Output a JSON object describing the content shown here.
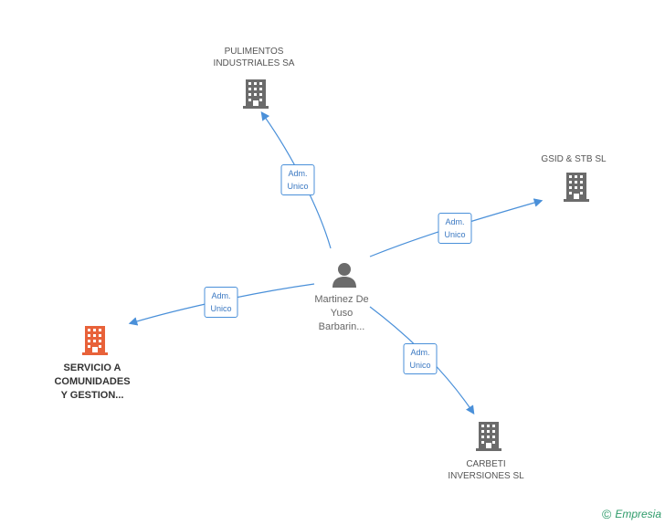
{
  "diagram": {
    "center": {
      "label": "Martinez De\nYuso\nBarbarin..."
    },
    "companies": [
      {
        "id": "pulimentos",
        "label": "PULIMENTOS\nINDUSTRIALES SA",
        "color": "#6b6b6b"
      },
      {
        "id": "gsid",
        "label": "GSID & STB  SL",
        "color": "#6b6b6b"
      },
      {
        "id": "servicio",
        "label": "SERVICIO A\nCOMUNIDADES\nY GESTION...",
        "color": "#e8623a"
      },
      {
        "id": "carbeti",
        "label": "CARBETI\nINVERSIONES SL",
        "color": "#6b6b6b"
      }
    ],
    "relations": [
      {
        "to": "pulimentos",
        "label": "Adm.\nUnico"
      },
      {
        "to": "gsid",
        "label": "Adm.\nUnico"
      },
      {
        "to": "servicio",
        "label": "Adm.\nUnico"
      },
      {
        "to": "carbeti",
        "label": "Adm.\nUnico"
      }
    ],
    "edge_color": "#4a90d9"
  },
  "footer": {
    "copyright_symbol": "©",
    "brand": "Empresia"
  }
}
